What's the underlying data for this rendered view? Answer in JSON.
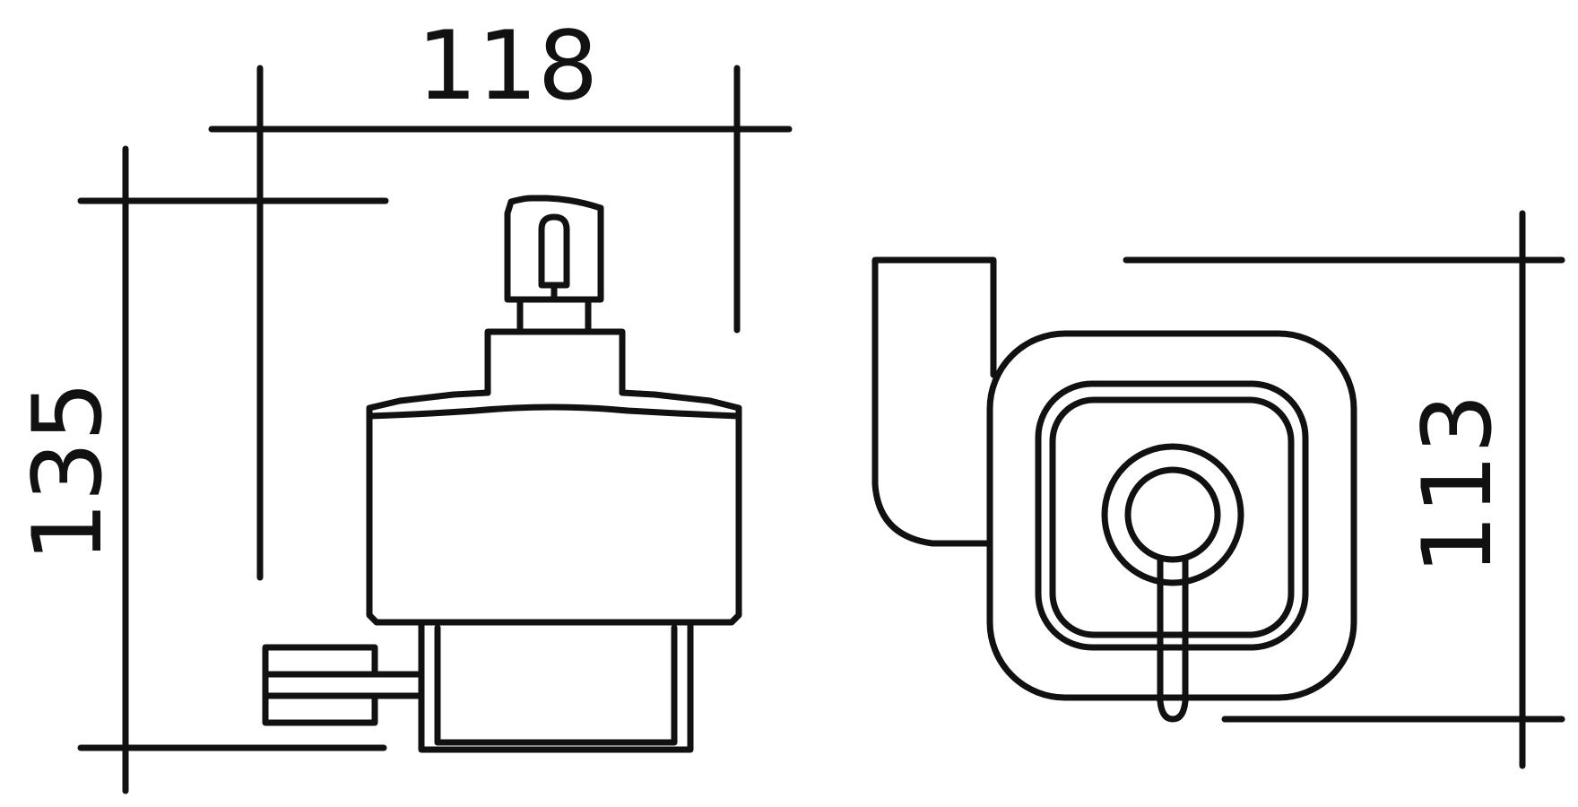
{
  "dimensions": {
    "width_label": "118",
    "height_label": "135",
    "depth_label": "113"
  },
  "colors": {
    "line": "#111111",
    "background": "#ffffff"
  }
}
